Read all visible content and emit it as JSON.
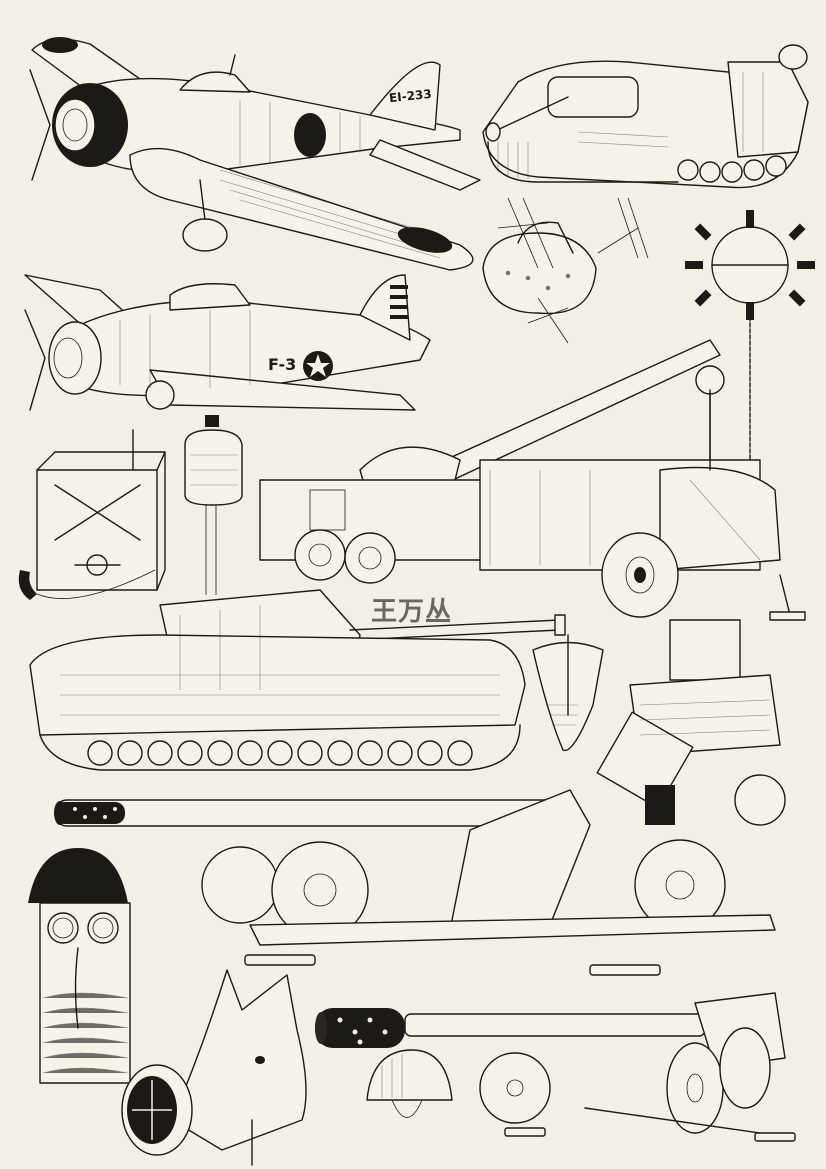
{
  "artwork": {
    "title": "WWII Military Equipment Ink Illustration Sheet",
    "background_color": "#f3efe6",
    "ink_color": "#1c1a17",
    "watermark": {
      "text": "王万丛",
      "color": "#6a6761"
    },
    "markings": {
      "japanese_plane_tail": "EI-233",
      "us_plane_fuselage": "F-3"
    },
    "items": [
      {
        "id": "japanese-dive-bomber",
        "label": "Japanese dive bomber with hinomaru roundels"
      },
      {
        "id": "assault-gun-tank",
        "label": "Assault gun tank with stowed gear"
      },
      {
        "id": "us-fighter-plane",
        "label": "US fighter plane with star insignia"
      },
      {
        "id": "cockpit-canopy",
        "label": "Cockpit canopy with antennas"
      },
      {
        "id": "naval-mine",
        "label": "Spiked naval mine on chain"
      },
      {
        "id": "field-radio",
        "label": "Field radio box with handset"
      },
      {
        "id": "canteen",
        "label": "Canteen bottle"
      },
      {
        "id": "flak-truck",
        "label": "Anti-aircraft gun on truck"
      },
      {
        "id": "tank-destroyer",
        "label": "Tank destroyer on tracked chassis"
      },
      {
        "id": "holster",
        "label": "Leather holster"
      },
      {
        "id": "backpack-gear",
        "label": "Backpack and field gear"
      },
      {
        "id": "heavy-field-gun",
        "label": "Heavy field gun with perforated muzzle"
      },
      {
        "id": "gas-mask-soldier",
        "label": "Soldier in helmet and gas mask"
      },
      {
        "id": "horse-gas-mask",
        "label": "Horse wearing gas mask"
      },
      {
        "id": "steel-helmet",
        "label": "Steel helmet"
      },
      {
        "id": "anti-tank-gun",
        "label": "Anti-tank gun with perforated muzzle brake"
      }
    ]
  }
}
